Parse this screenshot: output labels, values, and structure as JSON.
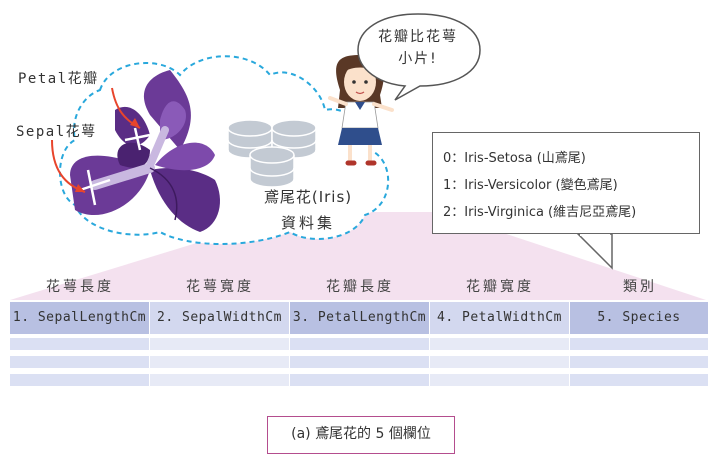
{
  "figure": {
    "petal_label": "Petal花瓣",
    "sepal_label": "Sepal花萼",
    "dataset_title": "鳶尾花(Iris)",
    "dataset_subtitle": "資料集",
    "speech_line1": "花瓣比花萼",
    "speech_line2": "小片!",
    "classes": [
      "0：Iris-Setosa (山鳶尾)",
      "1：Iris-Versicolor (變色鳶尾)",
      "2：Iris-Virginica (維吉尼亞鳶尾)"
    ],
    "columns_zh": [
      "花萼長度",
      "花萼寬度",
      "花瓣長度",
      "花瓣寬度",
      "類別"
    ],
    "columns_en": [
      "1. SepalLengthCm",
      "2. SepalWidthCm",
      "3. PetalLengthCm",
      "4. PetalWidthCm",
      "5. Species"
    ],
    "caption": "(a) 鳶尾花的 5 個欄位"
  },
  "colors": {
    "cloud_border": "#29a8dc",
    "flower_purple": "#6b3a97",
    "header_dark": "#b8c0e2",
    "header_light": "#d3d8ef",
    "triangle_fill": "#f2dcec",
    "caption_border": "#b44d8e"
  }
}
